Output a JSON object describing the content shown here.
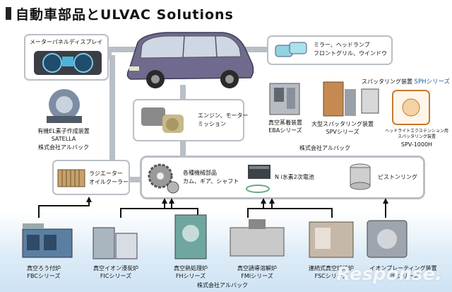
{
  "title": "自動車部品とULVAC Solutions",
  "top_nodes": {
    "meter_panel": "メーターパネルディスプレイ",
    "mirror": [
      "ミラー、ヘッドランプ",
      "フロントグリル、ウインドウ"
    ],
    "engine": [
      "エンジン、モーター",
      "ミッション"
    ],
    "radiator": [
      "ラジエーター",
      "オイルクーラー"
    ],
    "machine_parts": [
      "各種機械部品",
      "カム、ギア、シャフト"
    ],
    "ni_battery": "N i水素2次電池",
    "piston_ring": "ピストンリング"
  },
  "equipment_upper": {
    "satella": {
      "name": "有機EL素子作成装置",
      "series": "SATELLA",
      "maker": "株式会社アルバック"
    },
    "eba": {
      "name": "真空蒸着装置",
      "series": "EBAシリーズ"
    },
    "spv": {
      "name": "大型スパッタリング装置",
      "series": "SPVシリーズ"
    },
    "sph": {
      "name": "スパッタリング装置",
      "series": "SPHシリーズ"
    },
    "spv1000": {
      "name": [
        "ヘッドライトエクステンション用",
        "スパッタリング装置"
      ],
      "series": "SPV-1000H"
    },
    "maker_mid": "株式会社アルバック"
  },
  "equipment_lower": [
    {
      "name": "真空ろう付炉",
      "series": "FBCシリーズ"
    },
    {
      "name": "真空イオン浸炭炉",
      "series": "FICシリーズ"
    },
    {
      "name": "真空熱処理炉",
      "series": "FHシリーズ"
    },
    {
      "name": "真空誘導溶解炉",
      "series": "FMIシリーズ"
    },
    {
      "name": "連続式真空焼結炉",
      "series": "FSCシリーズ"
    },
    {
      "name": "イオンプレーティング装置",
      "series": "IPBシリーズ"
    }
  ],
  "maker_bottom": "株式会社アルバック",
  "watermark": "Response.",
  "colors": {
    "structure": "#b9bfc6",
    "series_text": "#1b5fa8",
    "car_body": "#6f6a8e"
  }
}
